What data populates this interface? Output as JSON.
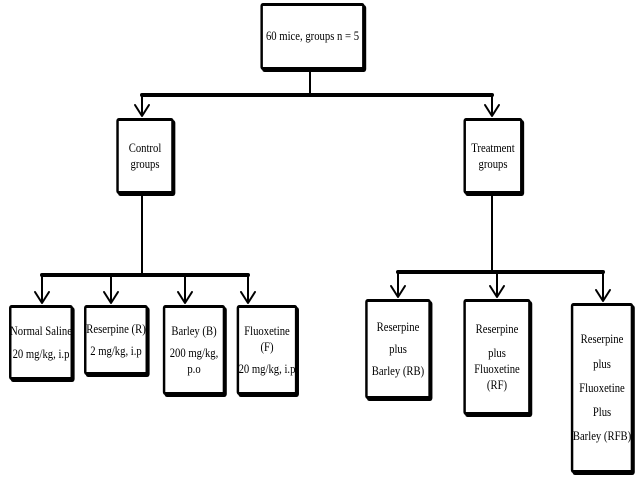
{
  "root": {
    "lines": [
      "60 mice, groups n = 5"
    ]
  },
  "control": {
    "lines": [
      "Control",
      "groups"
    ],
    "children": [
      {
        "key": "normal-saline",
        "lines": [
          "Normal Saline",
          "20 mg/kg, i.p"
        ]
      },
      {
        "key": "reserpine",
        "lines": [
          "Reserpine (R)",
          "2 mg/kg, i.p"
        ]
      },
      {
        "key": "barley",
        "lines": [
          "Barley (B)",
          "200 mg/kg,",
          "p.o"
        ]
      },
      {
        "key": "fluoxetine",
        "lines": [
          "Fluoxetine",
          "(F)",
          "20 mg/kg, i.p"
        ]
      }
    ]
  },
  "treatment": {
    "lines": [
      "Treatment",
      "groups"
    ],
    "children": [
      {
        "key": "reserpine-barley",
        "lines": [
          "Reserpine",
          "plus",
          "Barley (RB)"
        ]
      },
      {
        "key": "reserpine-fluoxetine",
        "lines": [
          "Reserpine",
          "plus",
          "Fluoxetine",
          "(RF)"
        ]
      },
      {
        "key": "reserpine-fluoxetine-barley",
        "lines": [
          "Reserpine",
          "plus",
          "Fluoxetine",
          "Plus",
          "Barley (RFB)"
        ]
      }
    ]
  }
}
